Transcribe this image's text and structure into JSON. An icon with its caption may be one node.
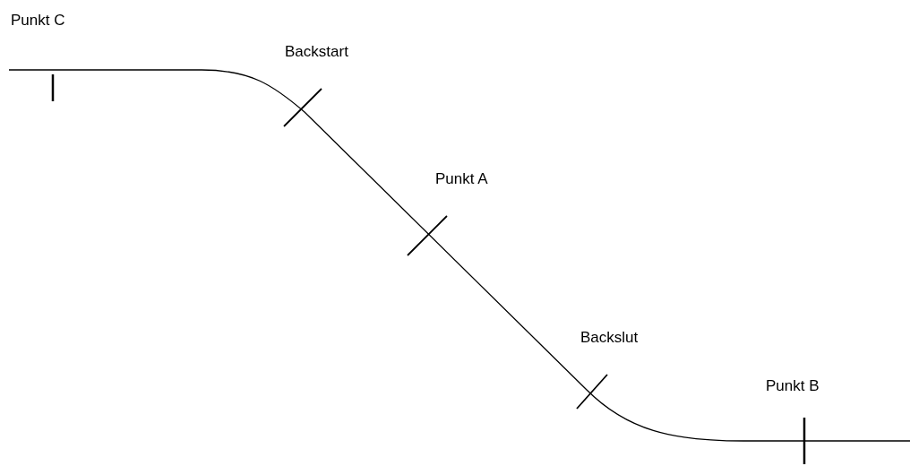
{
  "diagram": {
    "labels": [
      "Punkt C",
      "Backstart",
      "Punkt A",
      "Backslut",
      "Punkt B"
    ]
  }
}
